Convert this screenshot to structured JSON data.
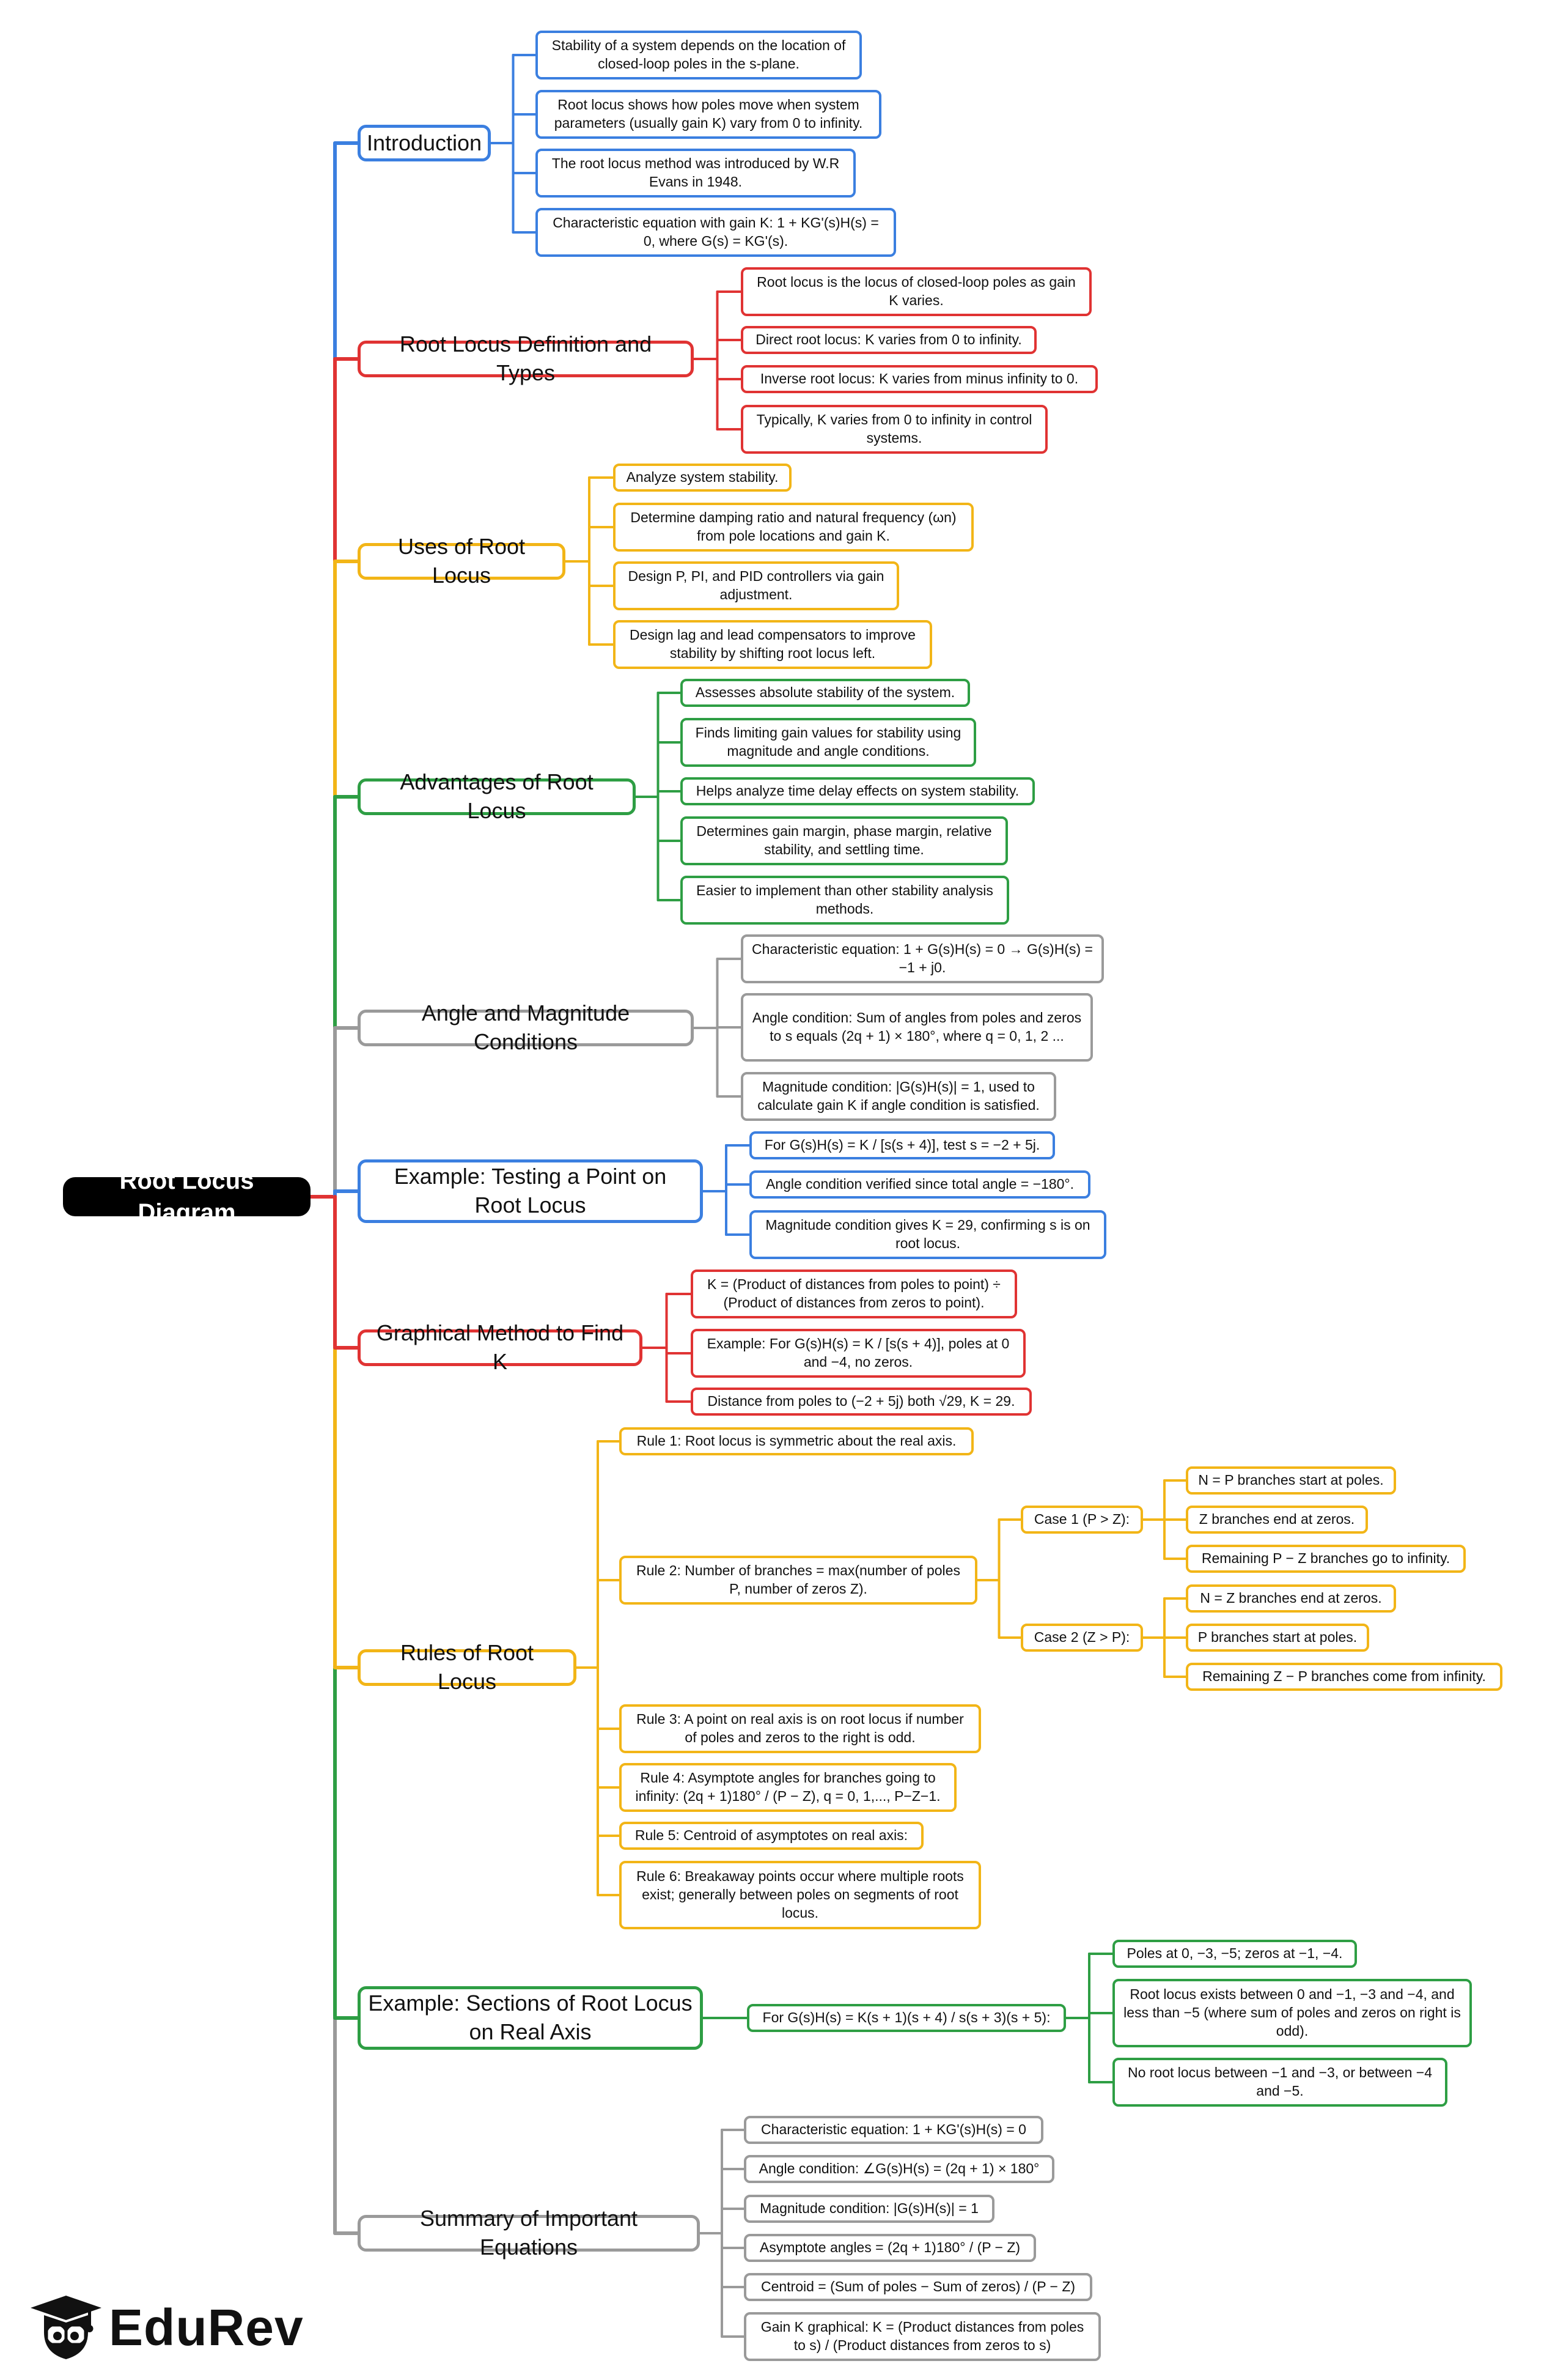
{
  "colors": {
    "blue": "#3b7fe0",
    "red": "#e03333",
    "yellow": "#f2b517",
    "green": "#2e9e44",
    "gray": "#9a9a9a",
    "root_bg": "#000000"
  },
  "brand": {
    "name": "EduRev",
    "logo_icon": "graduate-owl-icon"
  },
  "mindmap": {
    "root": "Root Locus Diagram",
    "branches": [
      {
        "label": "Introduction",
        "color": "blue",
        "children": [
          {
            "label": "Stability of a system depends on the location of closed-loop poles in the s-plane."
          },
          {
            "label": "Root locus shows how poles move when system parameters (usually gain K) vary from 0 to infinity."
          },
          {
            "label": "The root locus method was introduced by W.R Evans in 1948."
          },
          {
            "label": "Characteristic equation with gain K: 1 + KG'(s)H(s) = 0, where G(s) = KG'(s)."
          }
        ]
      },
      {
        "label": "Root Locus Definition and Types",
        "color": "red",
        "children": [
          {
            "label": "Root locus is the locus of closed-loop poles as gain K varies."
          },
          {
            "label": "Direct root locus: K varies from 0 to infinity."
          },
          {
            "label": "Inverse root locus: K varies from minus infinity to 0."
          },
          {
            "label": "Typically, K varies from 0 to infinity in control systems."
          }
        ]
      },
      {
        "label": "Uses of Root Locus",
        "color": "yellow",
        "children": [
          {
            "label": "Analyze system stability."
          },
          {
            "label": "Determine damping ratio and natural frequency (ωn) from pole locations and gain K."
          },
          {
            "label": "Design P, PI, and PID controllers via gain adjustment."
          },
          {
            "label": "Design lag and lead compensators to improve stability by shifting root locus left."
          }
        ]
      },
      {
        "label": "Advantages of Root Locus",
        "color": "green",
        "children": [
          {
            "label": "Assesses absolute stability of the system."
          },
          {
            "label": "Finds limiting gain values for stability using magnitude and angle conditions."
          },
          {
            "label": "Helps analyze time delay effects on system stability."
          },
          {
            "label": "Determines gain margin, phase margin, relative stability, and settling time."
          },
          {
            "label": "Easier to implement than other stability analysis methods."
          }
        ]
      },
      {
        "label": "Angle and Magnitude Conditions",
        "color": "gray",
        "children": [
          {
            "label": "Characteristic equation: 1 + G(s)H(s) = 0 → G(s)H(s) = −1 + j0."
          },
          {
            "label": "Angle condition: Sum of angles from poles and zeros to s equals (2q + 1) × 180°, where q = 0, 1, 2 ..."
          },
          {
            "label": "Magnitude condition: |G(s)H(s)| = 1, used to calculate gain K if angle condition is satisfied."
          }
        ]
      },
      {
        "label": "Example: Testing a Point on Root Locus",
        "color": "blue",
        "children": [
          {
            "label": "For G(s)H(s) = K / [s(s + 4)], test s = −2 + 5j."
          },
          {
            "label": "Angle condition verified since total angle = −180°."
          },
          {
            "label": "Magnitude condition gives K = 29, confirming s is on root locus."
          }
        ]
      },
      {
        "label": "Graphical Method to Find K",
        "color": "red",
        "children": [
          {
            "label": "K = (Product of distances from poles to point) ÷ (Product of distances from zeros to point)."
          },
          {
            "label": "Example: For G(s)H(s) = K / [s(s + 4)], poles at 0 and −4, no zeros."
          },
          {
            "label": "Distance from poles to (−2 + 5j) both √29, K = 29."
          }
        ]
      },
      {
        "label": "Rules of Root Locus",
        "color": "yellow",
        "children": [
          {
            "label": "Rule 1: Root locus is symmetric about the real axis."
          },
          {
            "label": "Rule 2: Number of branches = max(number of poles P, number of zeros Z).",
            "children": [
              {
                "label": "Case 1 (P > Z):",
                "children": [
                  {
                    "label": "N = P branches start at poles."
                  },
                  {
                    "label": "Z branches end at zeros."
                  },
                  {
                    "label": "Remaining P − Z branches go to infinity."
                  }
                ]
              },
              {
                "label": "Case 2 (Z > P):",
                "children": [
                  {
                    "label": "N = Z branches end at zeros."
                  },
                  {
                    "label": "P branches start at poles."
                  },
                  {
                    "label": "Remaining Z − P branches come from infinity."
                  }
                ]
              }
            ]
          },
          {
            "label": "Rule 3: A point on real axis is on root locus if number of poles and zeros to the right is odd."
          },
          {
            "label": "Rule 4: Asymptote angles for branches going to infinity: (2q + 1)180° / (P − Z), q = 0, 1,..., P−Z−1."
          },
          {
            "label": "Rule 5: Centroid of asymptotes on real axis:"
          },
          {
            "label": "Rule 6: Breakaway points occur where multiple roots exist; generally between poles on segments of root locus."
          }
        ]
      },
      {
        "label": "Example: Sections of Root Locus on Real Axis",
        "color": "green",
        "children": [
          {
            "label": "For G(s)H(s) = K(s + 1)(s + 4) / s(s + 3)(s + 5):",
            "children": [
              {
                "label": "Poles at 0, −3, −5; zeros at −1, −4."
              },
              {
                "label": "Root locus exists between 0 and −1, −3 and −4, and less than −5 (where sum of poles and zeros on right is odd)."
              },
              {
                "label": "No root locus between −1 and −3, or between −4 and −5."
              }
            ]
          }
        ]
      },
      {
        "label": "Summary of Important Equations",
        "color": "gray",
        "children": [
          {
            "label": "Characteristic equation: 1 + KG'(s)H(s) = 0"
          },
          {
            "label": "Angle condition: ∠G(s)H(s) = (2q + 1) × 180°"
          },
          {
            "label": "Magnitude condition: |G(s)H(s)| = 1"
          },
          {
            "label": "Asymptote angles = (2q + 1)180° / (P − Z)"
          },
          {
            "label": "Centroid = (Sum of poles − Sum of zeros) / (P − Z)"
          },
          {
            "label": "Gain K graphical: K = (Product distances from poles to s) / (Product distances from zeros to s)"
          }
        ]
      }
    ]
  }
}
